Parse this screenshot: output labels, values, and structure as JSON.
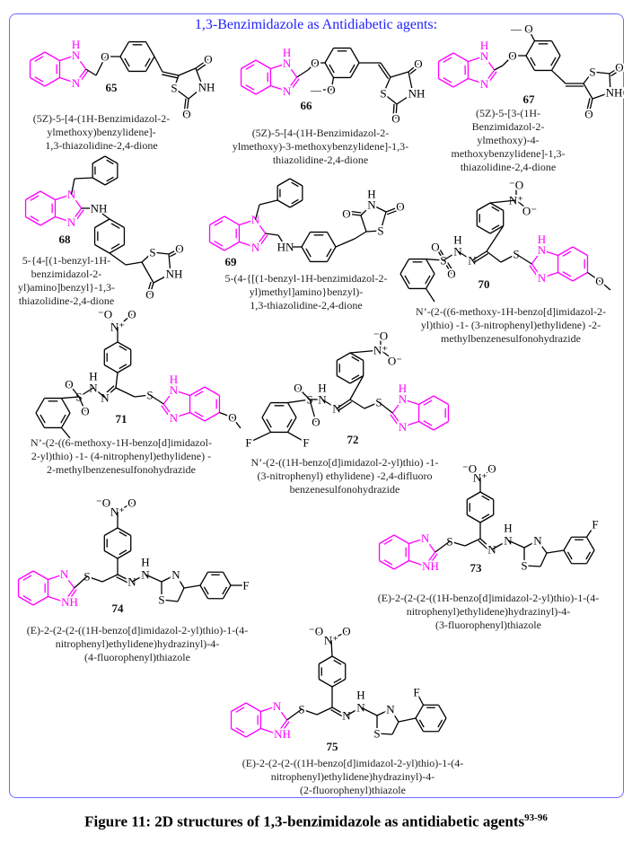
{
  "title": "1,3-Benzimidazole as Antidiabetic agents:",
  "compounds": [
    {
      "number": "65",
      "name_lines": [
        "(5Z)-5-[4-(1H-Benzimidazol-2-",
        "ylmethoxy)benzylidene]-",
        "1,3-thiazolidine-2,4-dione"
      ]
    },
    {
      "number": "66",
      "name_lines": [
        "(5Z)-5-[4-(1H-Benzimidazol-2-",
        "ylmethoxy)-3-methoxybenzylidene]-1,3-",
        "thiazolidine-2,4-dione"
      ]
    },
    {
      "number": "67",
      "name_lines": [
        "(5Z)-5-[3-(1H-",
        "Benzimidazol-2-",
        "ylmethoxy)-4-",
        "methoxybenzylidene]-1,3-",
        "thiazolidine-2,4-dione"
      ]
    },
    {
      "number": "68",
      "name_lines": [
        "5-{4-[(1-benzyl-1H-",
        "benzimidazol-2-",
        "yl)amino]benzyl}-1,3-",
        "thiazolidine-2,4-dione"
      ]
    },
    {
      "number": "69",
      "name_lines": [
        "5-(4-{[(1-benzyl-1H-benzimidazol-2-",
        "yl)methyl]amino}benzyl)-",
        "1,3-thiazolidine-2,4-dione"
      ]
    },
    {
      "number": "70",
      "name_lines": [
        "N’-(2-((6-methoxy-1H-benzo[d]imidazol-2-",
        "yl)thio) -1- (3-nitrophenyl)ethylidene) -2-",
        "methylbenzenesulfonohydrazide"
      ]
    },
    {
      "number": "71",
      "name_lines": [
        "N’-(2-((6-methoxy-1H-benzo[d]imidazol-",
        "2-yl)thio) -1- (4-nitrophenyl)ethylidene) -",
        "2-methylbenzenesulfonohydrazide"
      ]
    },
    {
      "number": "72",
      "name_lines": [
        "N’-(2-((1H-benzo[d]imidazol-2-yl)thio) -1-",
        "(3-nitrophenyl) ethylidene) -2,4-difluoro",
        "benzenesulfonohydrazide"
      ]
    },
    {
      "number": "73",
      "name_lines": [
        "(E)-2-(2-(2-((1H-benzo[d]imidazol-2-yl)thio)-1-(4-",
        "nitrophenyl)ethylidene)hydrazinyl)-4-",
        "(3-fluorophenyl)thiazole"
      ]
    },
    {
      "number": "74",
      "name_lines": [
        "(E)-2-(2-(2-((1H-benzo[d]imidazol-2-yl)thio)-1-(4-",
        "nitrophenyl)ethylidene)hydrazinyl)-4-",
        "(4-fluorophenyl)thiazole"
      ]
    },
    {
      "number": "75",
      "name_lines": [
        "(E)-2-(2-(2-((1H-benzo[d]imidazol-2-yl)thio)-1-(4-",
        "nitrophenyl)ethylidene)hydrazinyl)-4-",
        "(2-fluorophenyl)thiazole"
      ]
    }
  ],
  "caption": {
    "text": "Figure 11: 2D structures of 1,3-benzimidazole as antidiabetic agents",
    "superscript": "93-96"
  },
  "atoms": {
    "N": "N",
    "NH": "NH",
    "HN": "HN",
    "H": "H",
    "O": "O",
    "S": "S",
    "F": "F",
    "Nplus": "N⁺",
    "Ominus": "⁻O",
    "OminusR": "O⁻",
    "methyl_dash": "—"
  },
  "colors": {
    "benzimidazole": "#ff00ff",
    "title": "#1f1fff",
    "border": "#6b6bff",
    "bond": "#000000"
  }
}
